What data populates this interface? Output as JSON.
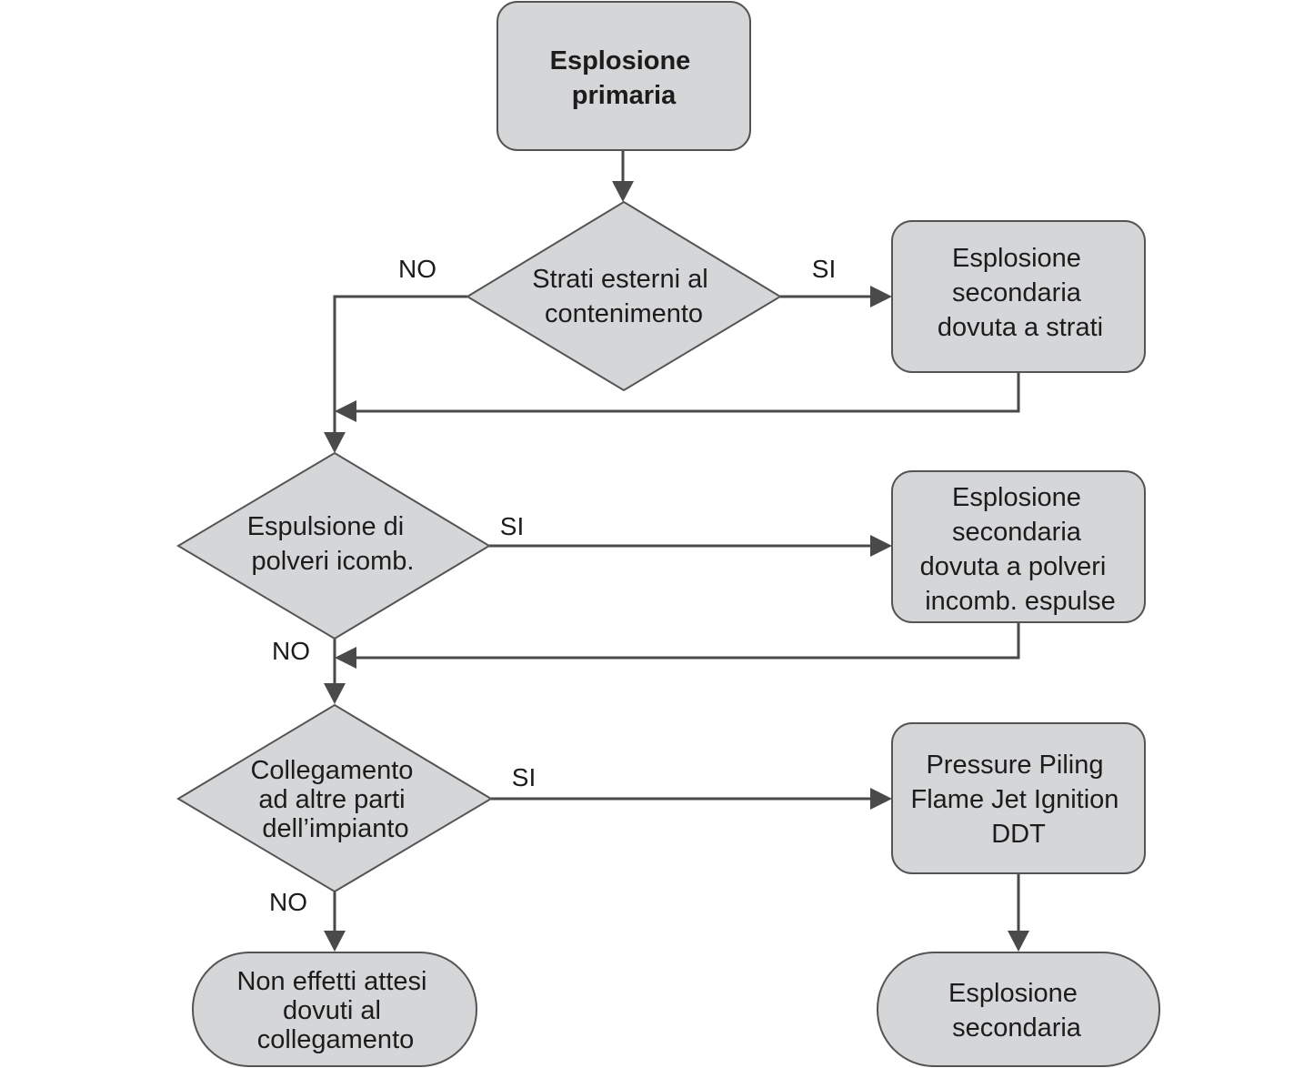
{
  "diagram": {
    "nodes": {
      "start": {
        "lines": [
          "Esplosione",
          "primaria"
        ]
      },
      "decision_layers": {
        "lines": [
          "Strati esterni al",
          "contenimento"
        ]
      },
      "result_layers": {
        "lines": [
          "Esplosione",
          "secondaria",
          "dovuta a strati"
        ]
      },
      "decision_dust": {
        "lines": [
          "Espulsione di",
          "polveri icomb."
        ]
      },
      "result_dust": {
        "lines": [
          "Esplosione",
          "secondaria",
          "dovuta a polveri",
          "incomb. espulse"
        ]
      },
      "decision_connection": {
        "lines": [
          "Collegamento",
          "ad altre parti",
          "dell’impianto"
        ]
      },
      "result_connection": {
        "lines": [
          "Pressure Piling",
          "Flame Jet Ignition",
          "DDT"
        ]
      },
      "end_no_effects": {
        "lines": [
          "Non effetti attesi",
          "dovuti al",
          "collegamento"
        ]
      },
      "end_secondary": {
        "lines": [
          "Esplosione",
          "secondaria"
        ]
      }
    },
    "edge_labels": {
      "layers_no": "NO",
      "layers_yes": "SI",
      "dust_yes": "SI",
      "dust_no": "NO",
      "connection_yes": "SI",
      "connection_no": "NO"
    }
  },
  "colors": {
    "node_fill": "#d5d6d8",
    "node_stroke": "#545454",
    "edge": "#4a4a4a",
    "text": "#1c1c1c"
  }
}
